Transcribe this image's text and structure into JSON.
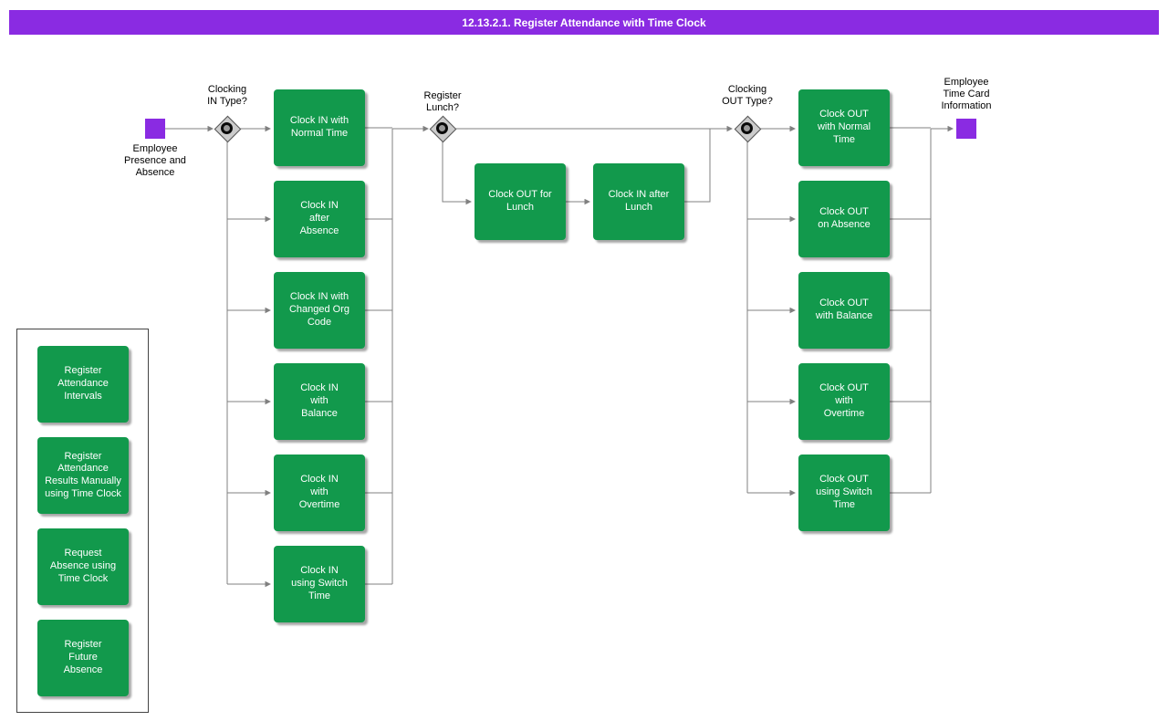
{
  "title": "12.13.2.1. Register Attendance with Time Clock",
  "colors": {
    "banner_purple": "#8A2BE2",
    "terminal_purple": "#8A2BE2",
    "task_green": "#12994C",
    "line_gray": "#808080"
  },
  "main_flow": {
    "start_label": "Employee\nPresence and\nAbsence",
    "decision_in": "Clocking\nIN Type?",
    "clock_in_options": [
      "Clock IN with\nNormal Time",
      "Clock IN\nafter\nAbsence",
      "Clock IN with\nChanged Org\nCode",
      "Clock IN\nwith\nBalance",
      "Clock IN\nwith\nOvertime",
      "Clock IN\nusing Switch\nTime"
    ],
    "decision_lunch": "Register\nLunch?",
    "lunch_steps": [
      "Clock OUT for\nLunch",
      "Clock IN after\nLunch"
    ],
    "decision_out": "Clocking\nOUT Type?",
    "clock_out_options": [
      "Clock OUT\nwith Normal\nTime",
      "Clock OUT\non Absence",
      "Clock OUT\nwith Balance",
      "Clock OUT\nwith\nOvertime",
      "Clock OUT\nusing Switch\nTime"
    ],
    "end_label": "Employee\nTime Card\nInformation"
  },
  "side_panel": {
    "items": [
      "Register\nAttendance\nIntervals",
      "Register\nAttendance\nResults Manually\nusing Time Clock",
      "Request\nAbsence using\nTime Clock",
      "Register\nFuture\nAbsence"
    ]
  }
}
